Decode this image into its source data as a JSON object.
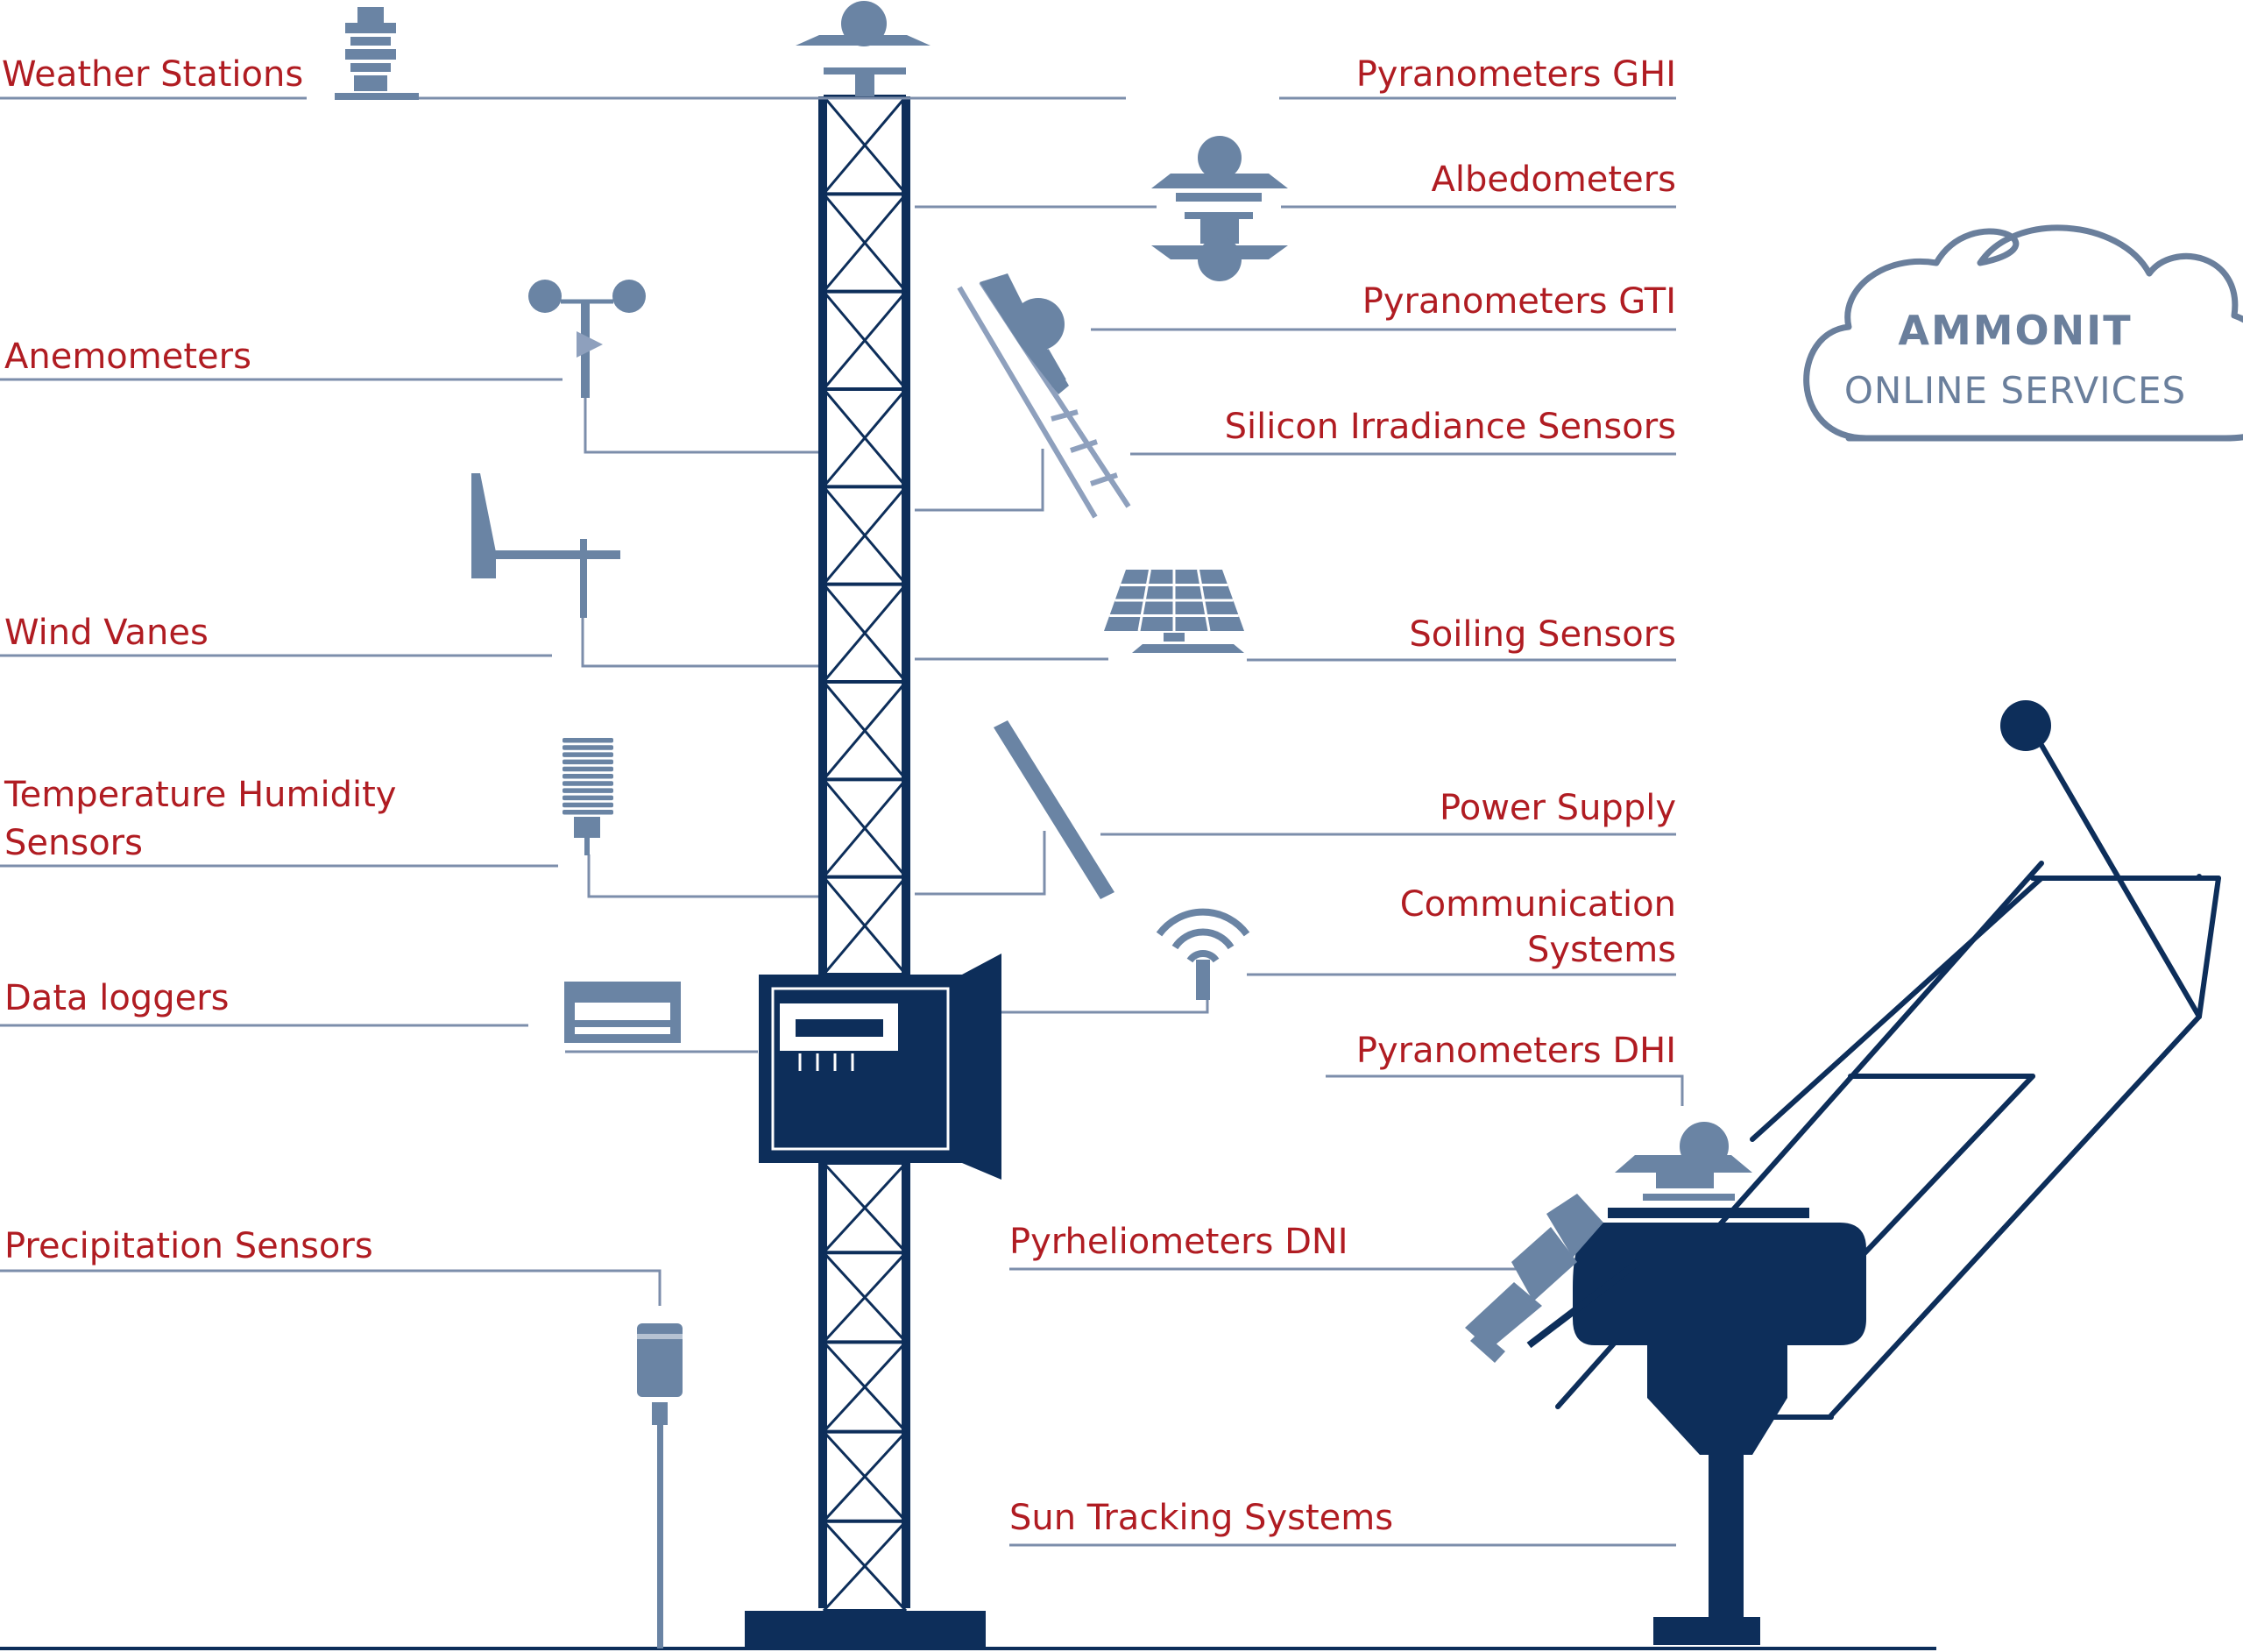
{
  "cloud": {
    "title": "AMMONIT",
    "subtitle": "ONLINE SERVICES"
  },
  "labels_left": {
    "weather_stations": "Weather Stations",
    "anemometers": "Anemometers",
    "wind_vanes": "Wind Vanes",
    "temp_humidity_line1": "Temperature Humidity",
    "temp_humidity_line2": "Sensors",
    "data_loggers": "Data loggers",
    "precipitation": "Precipitation Sensors"
  },
  "labels_right": {
    "pyranometers_ghi": "Pyranometers GHI",
    "albedometers": "Albedometers",
    "pyranometers_gti": "Pyranometers GTI",
    "silicon": "Silicon Irradiance Sensors",
    "soiling": "Soiling Sensors",
    "power_supply": "Power Supply",
    "communication_line1": "Communication",
    "communication_line2": "Systems",
    "pyranometers_dhi": "Pyranometers DHI",
    "pyrheliometers_dni": "Pyrheliometers DNI",
    "sun_tracking": "Sun Tracking Systems"
  },
  "colors": {
    "label_red": "#b01c22",
    "dark_navy": "#0d2e5a",
    "device_blue": "#6a84a4",
    "line_grey_blue": "#7c8eab"
  },
  "icons": [
    "weather-station-icon",
    "pyranometer-icon",
    "albedometer-icon",
    "anemometer-icon",
    "wind-vane-icon",
    "temperature-humidity-sensor-icon",
    "data-logger-icon",
    "precipitation-sensor-icon",
    "solar-panel-icon",
    "power-supply-panel-icon",
    "antenna-icon",
    "cloud-icon",
    "sun-tracker-icon",
    "pyrheliometer-icon",
    "lattice-tower-icon",
    "enclosure-icon"
  ]
}
